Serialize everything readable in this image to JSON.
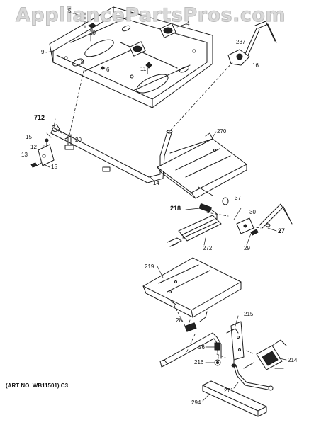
{
  "watermark": "AppliancePartsPros.com",
  "art_number": "(ART NO. WB11501) C3",
  "callouts": {
    "c5": "5",
    "c4": "4",
    "c10": "10",
    "c9": "9",
    "c8": "8",
    "c6": "6",
    "c11": "11",
    "c237": "237",
    "c16": "16",
    "c712": "712",
    "c15a": "15",
    "c20": "20",
    "c12": "12",
    "c13": "13",
    "c15b": "15",
    "c14": "14",
    "c270": "270",
    "c37": "37",
    "c218": "218",
    "c30": "30",
    "c27": "27",
    "c272": "272",
    "c29": "29",
    "c219": "219",
    "c28": "28",
    "c215": "215",
    "c26": "26",
    "c214": "214",
    "c216": "216",
    "c271": "271",
    "c294": "294"
  }
}
